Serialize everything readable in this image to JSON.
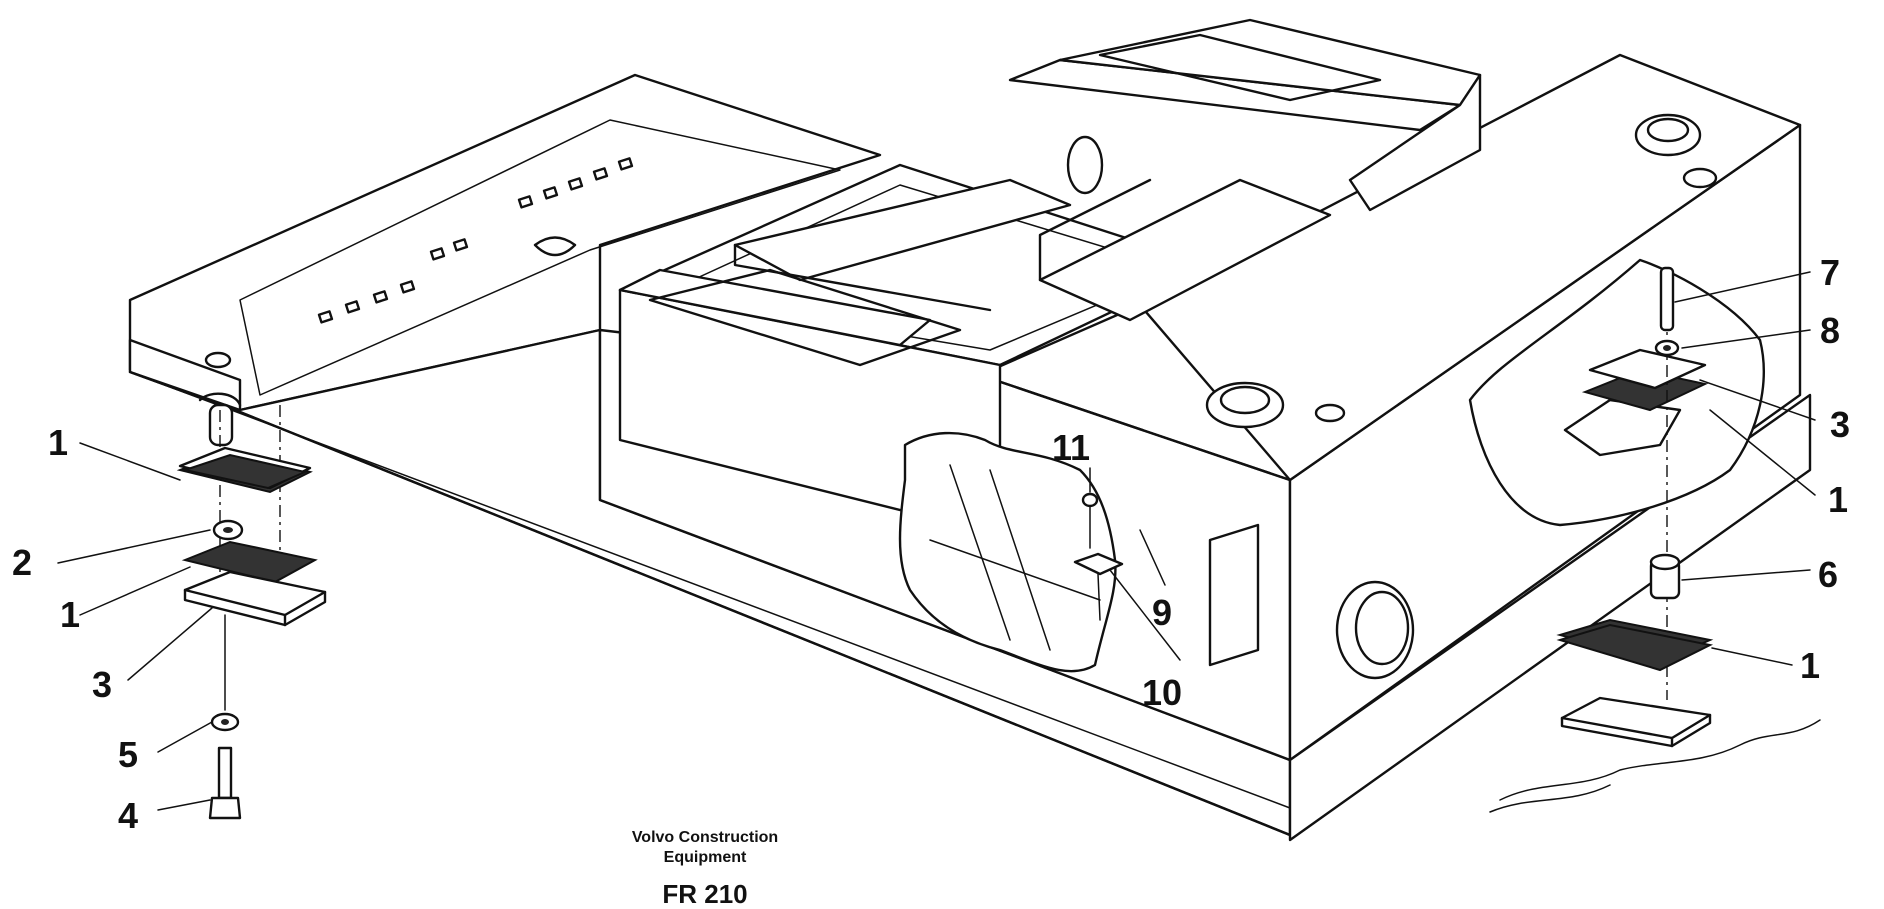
{
  "caption": {
    "manufacturer_line1": "Volvo Construction",
    "manufacturer_line2": "Equipment",
    "model": "FR 210"
  },
  "callouts": {
    "left_1_top": "1",
    "left_2": "2",
    "left_1_mid": "1",
    "left_3": "3",
    "left_5": "5",
    "left_4": "4",
    "mid_11": "11",
    "mid_9": "9",
    "mid_10": "10",
    "right_7": "7",
    "right_8": "8",
    "right_3": "3",
    "right_1_top": "1",
    "right_6": "6",
    "right_1_bottom": "1"
  }
}
